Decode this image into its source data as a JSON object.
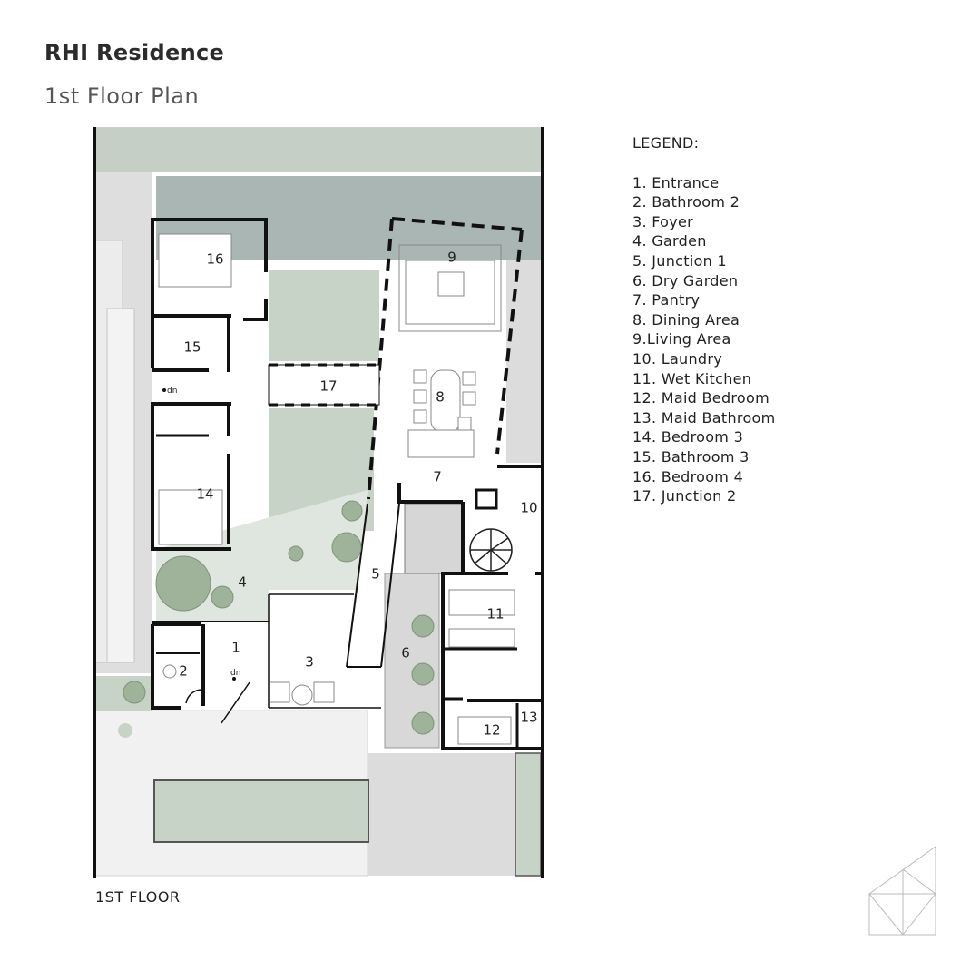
{
  "header": {
    "title": "RHI Residence",
    "subtitle": "1st Floor Plan"
  },
  "legend": {
    "title": "LEGEND:",
    "items": [
      "1. Entrance",
      "2. Bathroom 2",
      "3. Foyer",
      "4. Garden",
      "5. Junction 1",
      "6. Dry Garden",
      "7. Pantry",
      "8. Dining Area",
      "9.Living Area",
      "10. Laundry",
      "11. Wet Kitchen",
      "12. Maid Bedroom",
      "13. Maid Bathroom",
      "14. Bedroom 3",
      "15. Bathroom 3",
      "16. Bedroom 4",
      "17. Junction 2"
    ]
  },
  "plan": {
    "floor_label": "1ST FLOOR",
    "room_numbers": [
      "1",
      "2",
      "3",
      "4",
      "5",
      "6",
      "7",
      "8",
      "9",
      "10",
      "11",
      "12",
      "13",
      "14",
      "15",
      "16",
      "17"
    ],
    "stair_notes": [
      "dn",
      "dn"
    ],
    "colors": {
      "wall": "#111111",
      "garden_green": "#c8d3c8",
      "pool_blue": "#aab6b4",
      "paving_grey": "#dcdcdc",
      "tree": "#8fa58a"
    }
  }
}
